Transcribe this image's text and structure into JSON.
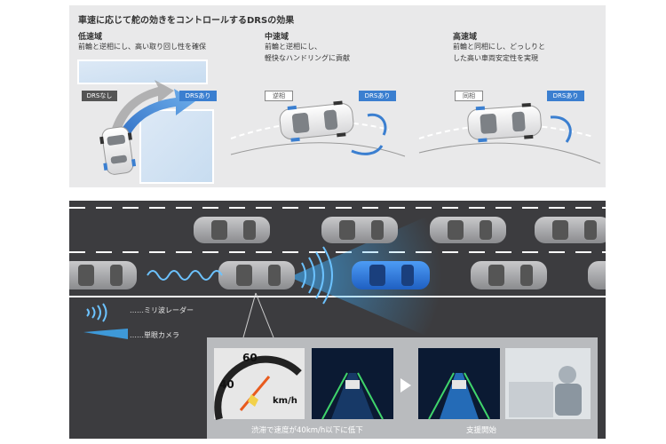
{
  "top": {
    "title": "車速に応じて舵の効きをコントロールするDRSの効果",
    "sections": [
      {
        "title": "低速域",
        "desc": [
          "前輪と逆相にし、高い取り回し性を確保"
        ],
        "tag_left": "DRSなし",
        "tag_right": "DRSあり"
      },
      {
        "title": "中速域",
        "desc": [
          "前輪と逆相にし、",
          "軽快なハンドリングに貢献"
        ],
        "tag_left": "逆相",
        "tag_right": "DRSあり"
      },
      {
        "title": "高速域",
        "desc": [
          "前輪と同相にし、どっしりと",
          "した高い車両安定性を実現"
        ],
        "tag_left": "同相",
        "tag_right": "DRSあり"
      }
    ]
  },
  "bottom": {
    "legend": [
      {
        "label": "……ミリ波レーダー",
        "icon": "radar-wave-icon"
      },
      {
        "label": "……単眼カメラ",
        "icon": "camera-beam-icon"
      }
    ],
    "speedo": {
      "n40": "40",
      "n60": "60",
      "unit": "km/h"
    },
    "captions": {
      "left": "渋滞で速度が40km/h以下に低下",
      "right": "支援開始"
    }
  },
  "colors": {
    "accent_blue": "#3b7fd0",
    "road": "#3c3c3f",
    "panel": "#e9e9ea"
  }
}
